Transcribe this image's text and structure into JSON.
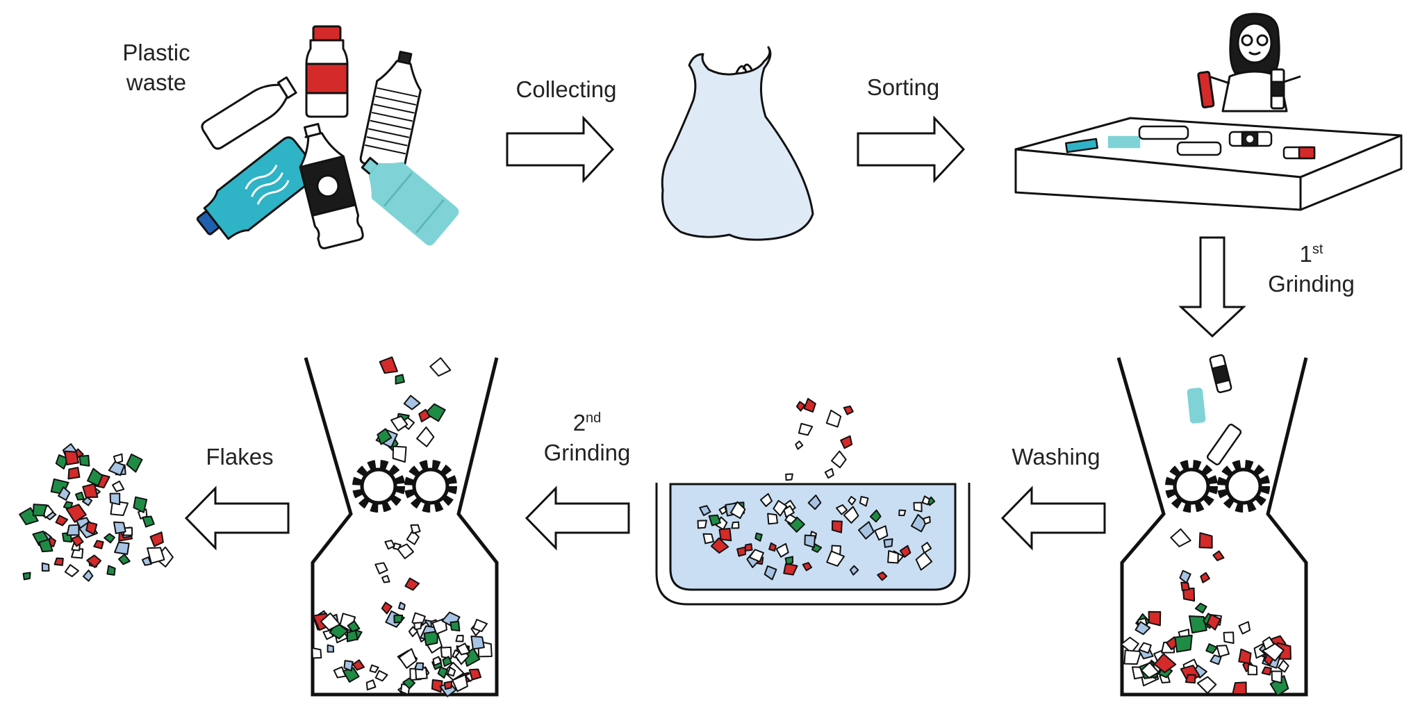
{
  "labels": {
    "plastic_waste_line1": "Plastic",
    "plastic_waste_line2": "waste",
    "collecting": "Collecting",
    "sorting": "Sorting",
    "grinding1_num": "1",
    "grinding1_sup": "st",
    "grinding1_word": "Grinding",
    "washing": "Washing",
    "grinding2_num": "2",
    "grinding2_sup": "nd",
    "grinding2_word": "Grinding",
    "flakes": "Flakes"
  },
  "colors": {
    "outline": "#111111",
    "red": "#d42a2a",
    "green": "#1f8c46",
    "blue_flake": "#a8c4e4",
    "teal": "#2fb3c6",
    "light_teal": "#7fd3d6",
    "bag": "#dfeaf7",
    "water": "#c9def2"
  }
}
